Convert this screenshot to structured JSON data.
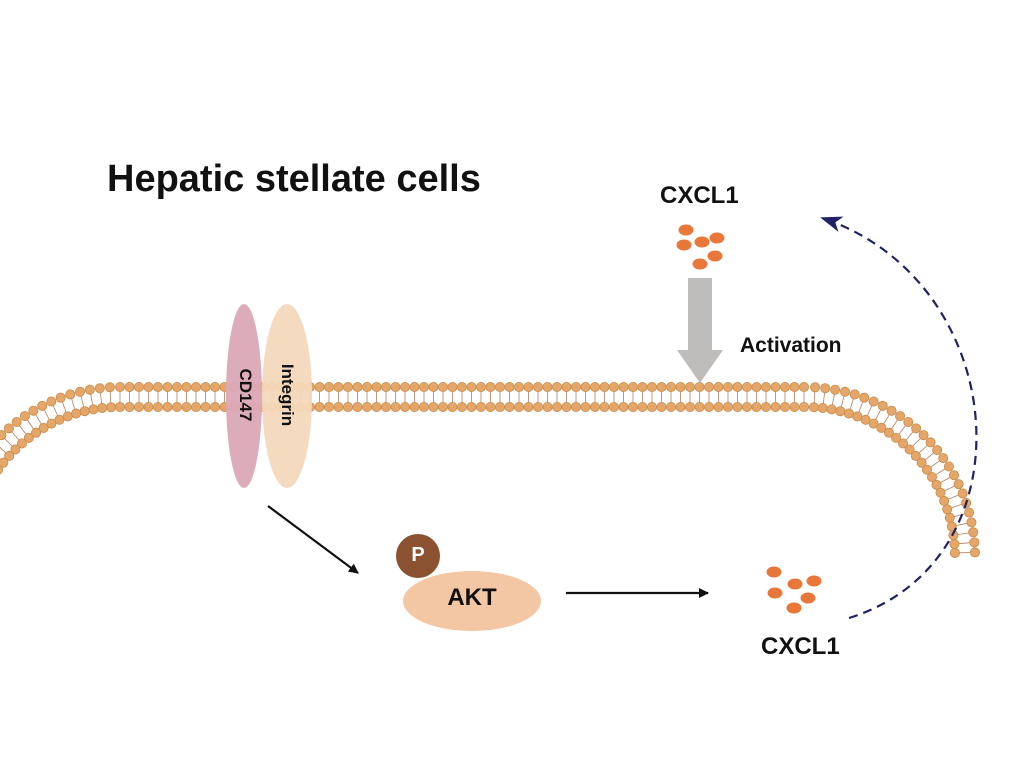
{
  "title": "Hepatic stellate cells",
  "receptors": {
    "cd147": "CD147",
    "integrin": "Integrin"
  },
  "ligand_top": "CXCL1",
  "activation_label": "Activation",
  "kinase": {
    "name": "AKT",
    "phospho": "P"
  },
  "ligand_bottom": "CXCL1",
  "colors": {
    "membrane_head": "#e4a769",
    "membrane_head_stroke": "#c98a4a",
    "cd147": "#dba8b6",
    "integrin": "#f3d8bb",
    "akt": "#f4c7a4",
    "phospho": "#8a5230",
    "cxcl1_dot": "#e9773a",
    "activation_arrow": "#bfbdbb",
    "feedback_arrow": "#1f2266"
  }
}
